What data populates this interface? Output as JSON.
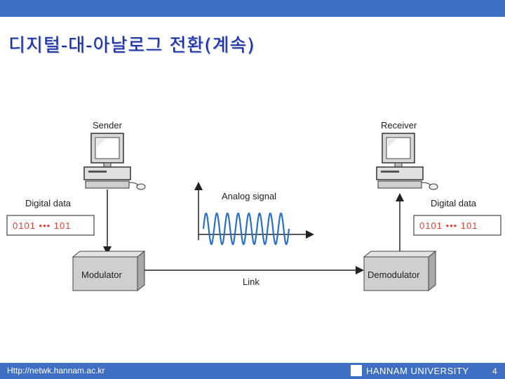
{
  "slide": {
    "title": "디지털-대-아날로그 전환(계속)"
  },
  "diagram": {
    "sender_label": "Sender",
    "receiver_label": "Receiver",
    "left_data_label": "Digital data",
    "right_data_label": "Digital data",
    "left_bits": "0101 ••• 101",
    "right_bits": "0101 ••• 101",
    "modulator_label": "Modulator",
    "demodulator_label": "Demodulator",
    "signal_label": "Analog signal",
    "link_label": "Link",
    "colors": {
      "bits": "#d9433b",
      "wave": "#2a6fc8",
      "box": "#cfcfcf"
    }
  },
  "footer": {
    "url": "Http://netwk.hannam.ac.kr",
    "university": "HANNAM  UNIVERSITY",
    "page": "4"
  }
}
